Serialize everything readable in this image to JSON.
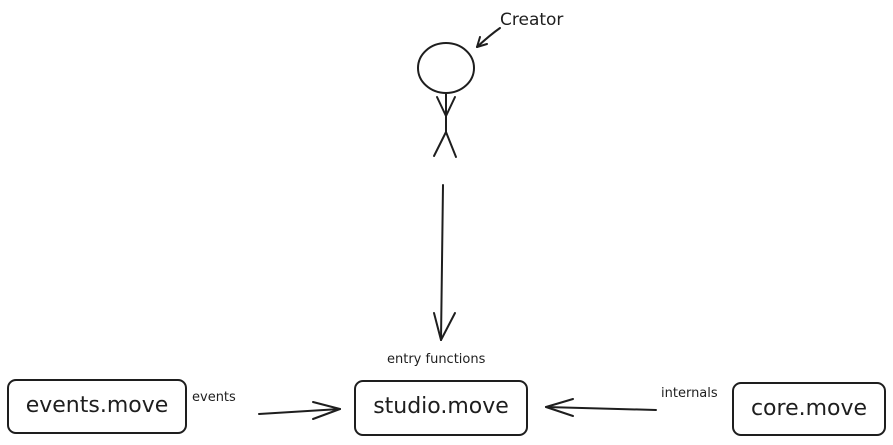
{
  "actor": {
    "label": "Creator"
  },
  "modules": {
    "events": {
      "label": "events.move"
    },
    "studio": {
      "label": "studio.move"
    },
    "core": {
      "label": "core.move"
    }
  },
  "edges": {
    "events_to_studio": {
      "label": "events"
    },
    "core_to_studio": {
      "label": "internals"
    },
    "creator_to_studio": {
      "label": "entry functions"
    }
  },
  "colors": {
    "stroke": "#1e1e1e",
    "background": "#ffffff"
  }
}
